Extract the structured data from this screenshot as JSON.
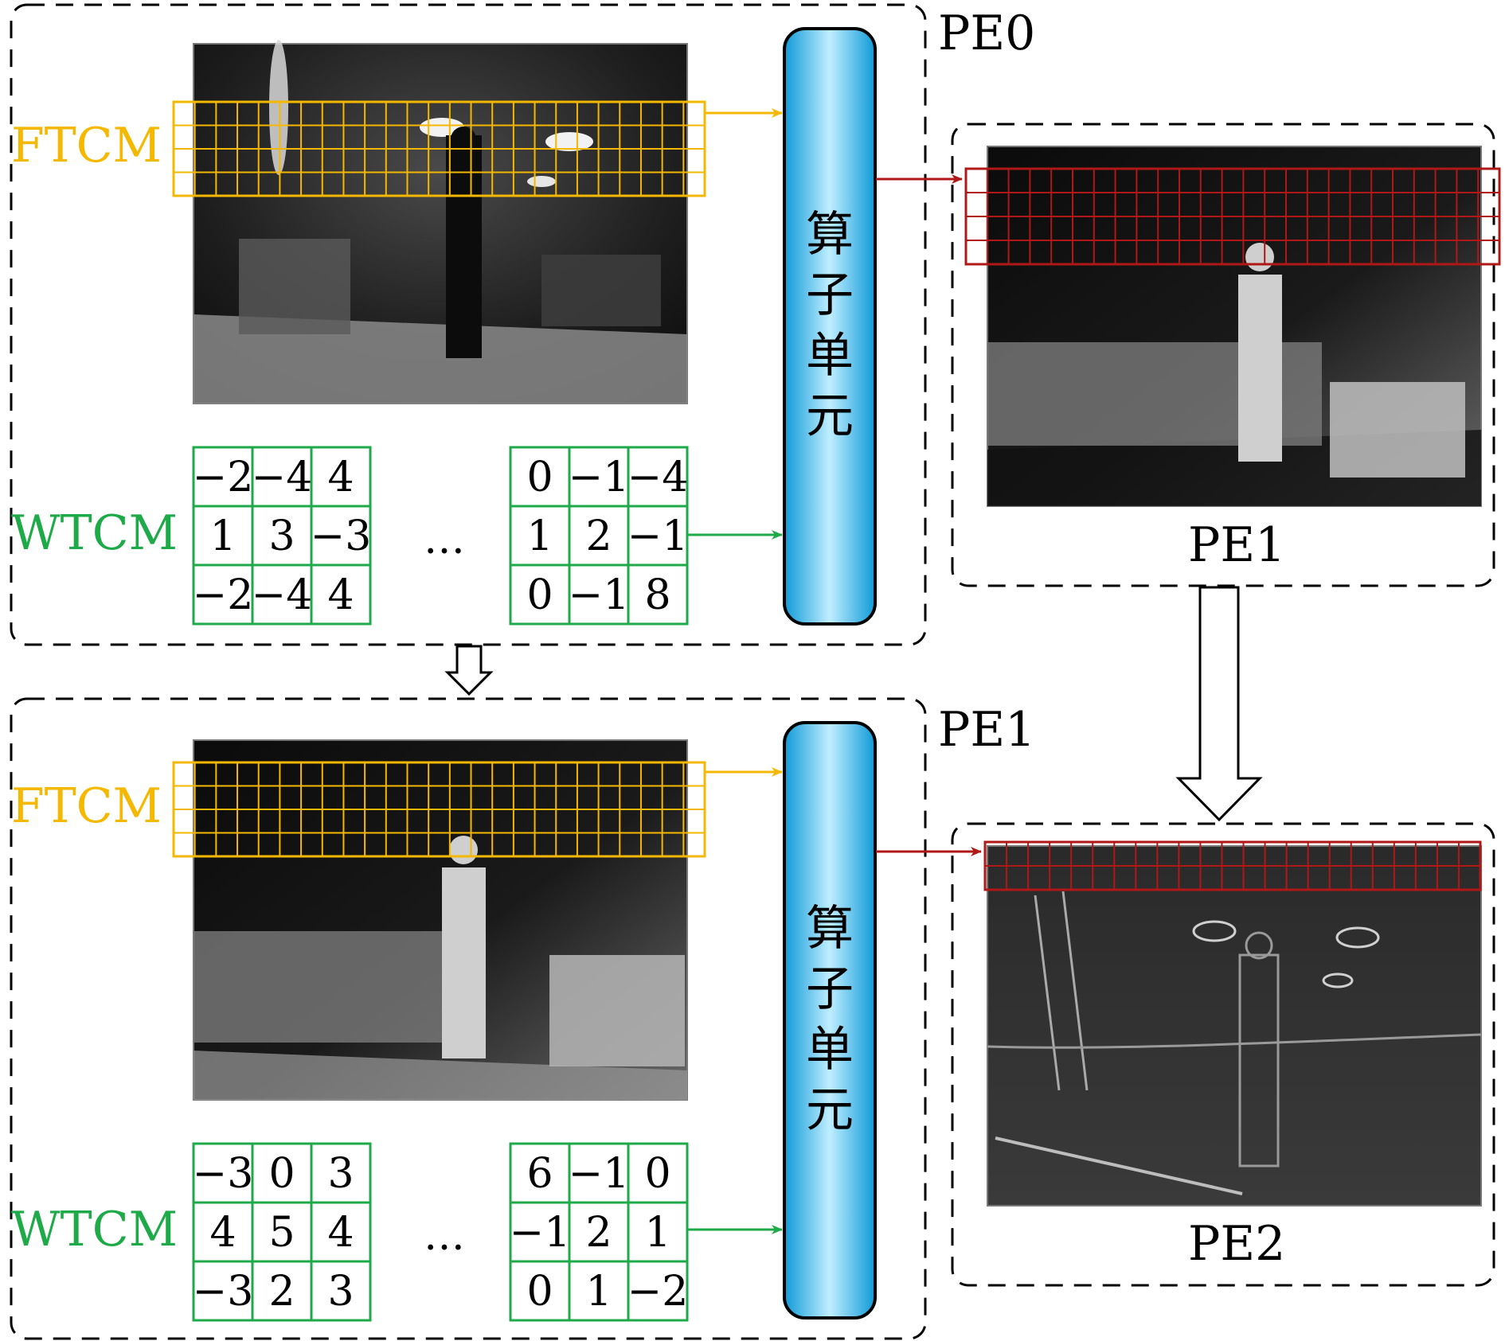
{
  "colors": {
    "ftcm": "#f5b800",
    "wtcm": "#1faa4a",
    "output": "#b01818",
    "unit_fill_light": "#bfeeff",
    "unit_fill_dark": "#0f9ad8"
  },
  "pe0_block": {
    "label": "PE0",
    "ftcm_label": "FTCM",
    "wtcm_label": "WTCM",
    "ellipsis": "…",
    "unit_label": [
      "算",
      "子",
      "单",
      "元"
    ],
    "kernel_left": [
      [
        "−2",
        "−4",
        "4"
      ],
      [
        "1",
        "3",
        "−3"
      ],
      [
        "−2",
        "−4",
        "4"
      ]
    ],
    "kernel_right": [
      [
        "0",
        "−1",
        "−4"
      ],
      [
        "1",
        "2",
        "−1"
      ],
      [
        "0",
        "−1",
        "8"
      ]
    ]
  },
  "pe1_block": {
    "label": "PE1",
    "ftcm_label": "FTCM",
    "wtcm_label": "WTCM",
    "ellipsis": "…",
    "unit_label": [
      "算",
      "子",
      "单",
      "元"
    ],
    "kernel_left": [
      [
        "−3",
        "0",
        "3"
      ],
      [
        "4",
        "5",
        "4"
      ],
      [
        "−3",
        "2",
        "3"
      ]
    ],
    "kernel_right": [
      [
        "6",
        "−1",
        "0"
      ],
      [
        "−1",
        "2",
        "1"
      ],
      [
        "0",
        "1",
        "−2"
      ]
    ]
  },
  "output_pe1": {
    "label": "PE1"
  },
  "output_pe2": {
    "label": "PE2"
  }
}
